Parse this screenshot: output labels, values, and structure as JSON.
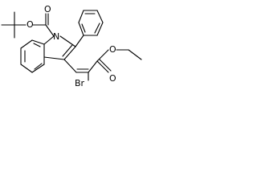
{
  "molecule": {
    "atoms": {
      "o_top": "O",
      "o_ester": "O",
      "n_indole": "N",
      "o_right_ester": "O",
      "o_right_carbonyl": "O",
      "br": "Br"
    }
  }
}
